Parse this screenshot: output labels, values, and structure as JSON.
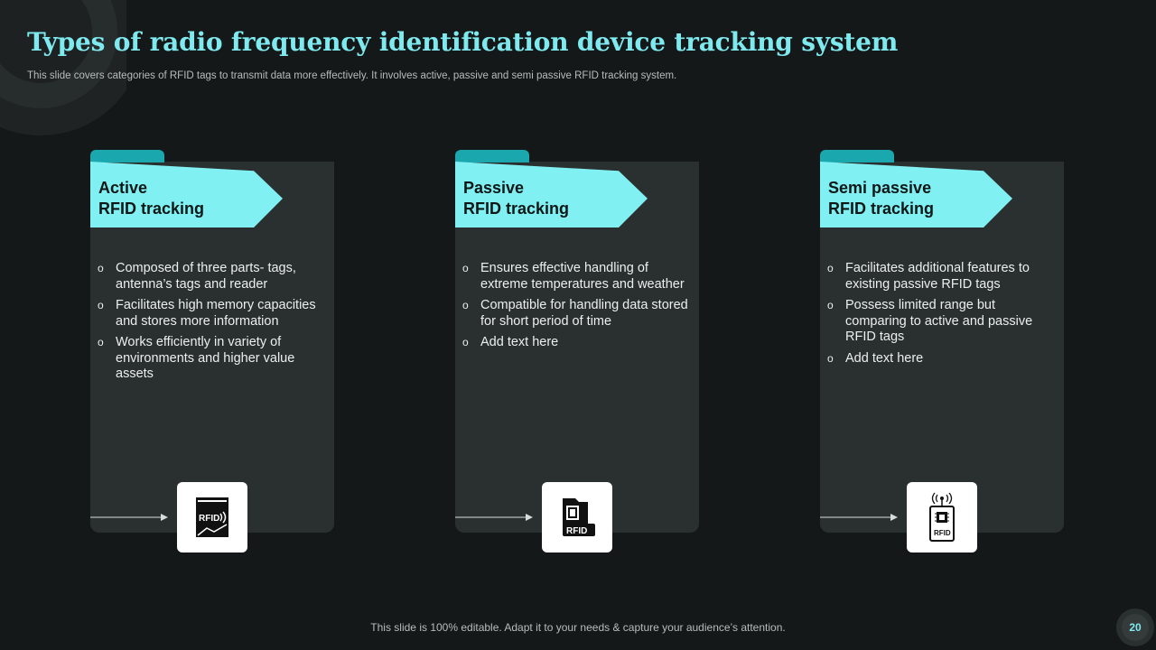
{
  "slide": {
    "title": "Types of radio frequency identification device tracking system",
    "subtitle": "This slide covers categories of RFID tags to transmit data more effectively.  It involves active, passive and semi passive RFID tracking system.",
    "footer": "This slide is 100% editable. Adapt it to your needs & capture your audience’s attention.",
    "page_number": "20"
  },
  "colors": {
    "background": "#151818",
    "card": "#2a2f2f",
    "accent": "#81f0f2",
    "accent_dark": "#1aa7ad",
    "title": "#7ee9ee"
  },
  "cards": [
    {
      "title_line1": "Active",
      "title_line2": "RFID tracking",
      "bullets": [
        "Composed of three parts- tags, antenna’s tags and reader",
        "Facilitates high memory capacities and stores more information",
        "Works efficiently in variety of environments and higher value assets"
      ],
      "icon": "rfid-card-icon",
      "icon_label": "RFID"
    },
    {
      "title_line1": "Passive",
      "title_line2": "RFID tracking",
      "bullets": [
        "Ensures effective handling of extreme temperatures and weather",
        "Compatible for handling data stored for short period of time",
        "Add text here"
      ],
      "icon": "rfid-chip-icon",
      "icon_label": "RFID"
    },
    {
      "title_line1": "Semi passive",
      "title_line2": "RFID tracking",
      "bullets": [
        "Facilitates additional features to existing passive RFID tags",
        "Possess limited range but comparing to active and passive RFID tags",
        "Add text here"
      ],
      "icon": "rfid-transmitter-icon",
      "icon_label": "RFID"
    }
  ]
}
